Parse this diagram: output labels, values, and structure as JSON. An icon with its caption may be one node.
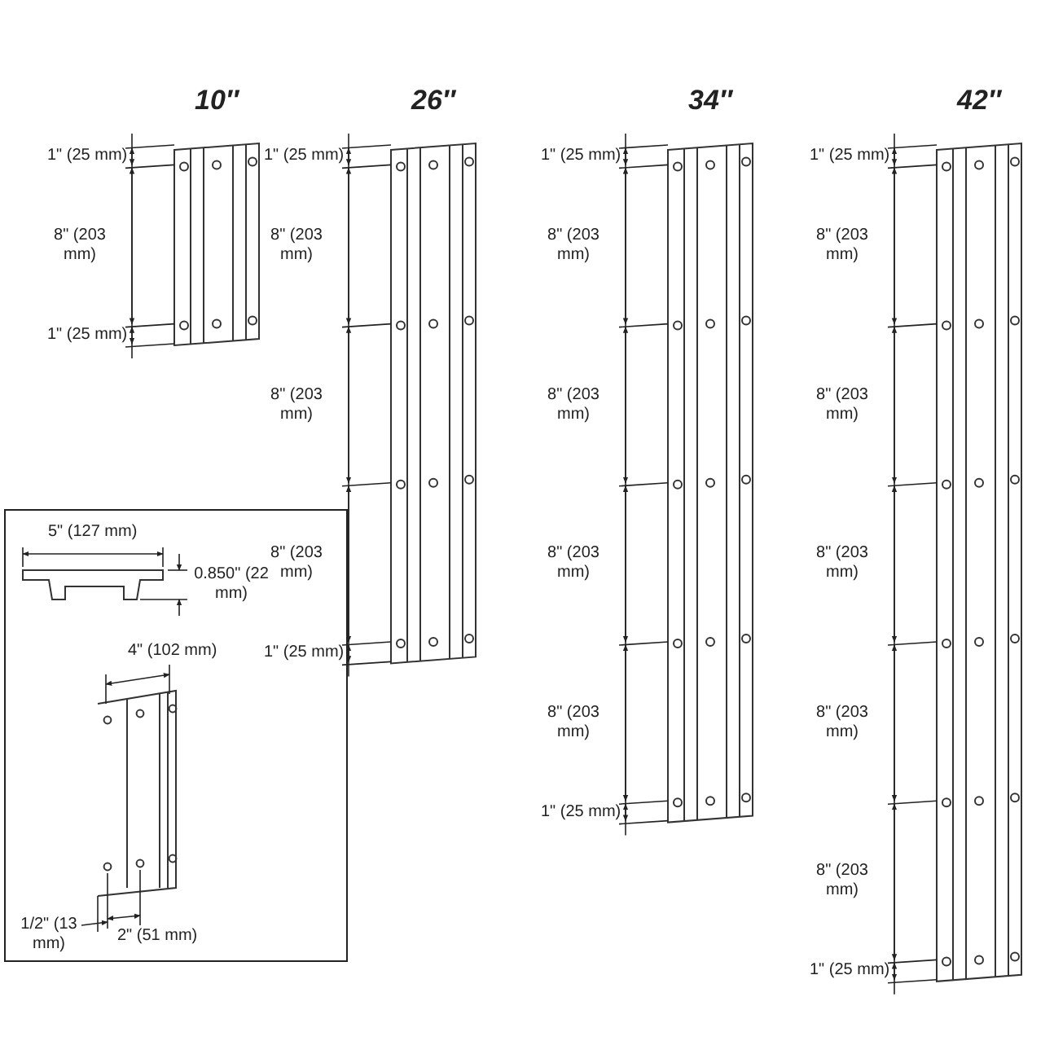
{
  "diagram": {
    "labels": [
      "10″",
      "26″",
      "34″",
      "42″",
      "1\" (25 mm)",
      "8\" (203 mm)",
      "1\" (25 mm)",
      "1\" (25 mm)",
      "8\" (203 mm)",
      "8\" (203 mm)",
      "8\" (203 mm)",
      "1\" (25 mm)",
      "1\" (25 mm)",
      "8\" (203 mm)",
      "8\" (203 mm)",
      "8\" (203 mm)",
      "8\" (203 mm)",
      "1\" (25 mm)",
      "1\" (25 mm)",
      "8\" (203 mm)",
      "8\" (203 mm)",
      "8\" (203 mm)",
      "8\" (203 mm)",
      "8\" (203 mm)",
      "1\" (25 mm)",
      "5\" (127 mm)",
      "0.850\" (22 mm)",
      "4\" (102 mm)",
      "1/2\" (13 mm)",
      "2\" (51 mm)"
    ]
  }
}
